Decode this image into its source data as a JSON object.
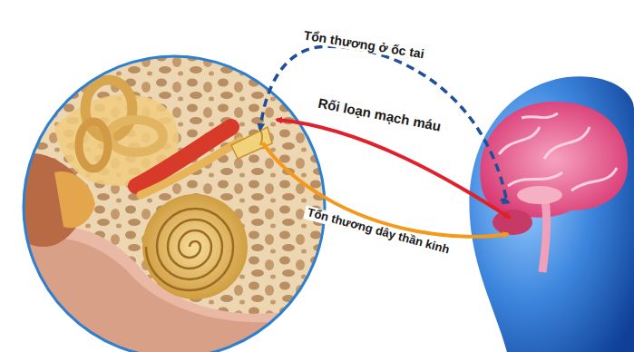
{
  "diagram": {
    "labels": [
      "Tổn thương ở ốc tai",
      "Rối loạn mạch máu",
      "Tổn thương dây thần kinh"
    ]
  }
}
